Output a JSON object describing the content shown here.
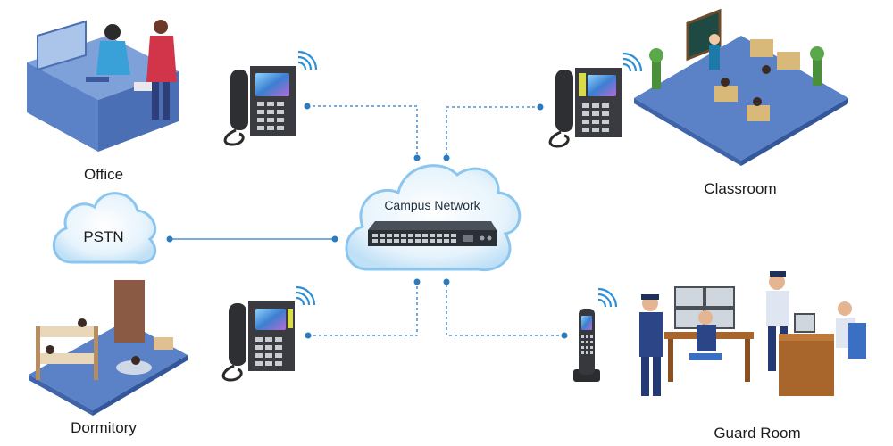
{
  "network": {
    "title": "Campus Network"
  },
  "pstn": {
    "label": "PSTN"
  },
  "locations": {
    "office": "Office",
    "classroom": "Classroom",
    "dormitory": "Dormitory",
    "guard_room": "Guard Room"
  },
  "colors": {
    "cloud_fill": "#d6ecfa",
    "cloud_stroke": "#8cc6ee",
    "link_line": "#2b7bbf",
    "switch_body": "#2b2f36",
    "floor": "#5b82c7"
  },
  "icons": {
    "phone": "desk-ip-phone-icon",
    "dect": "dect-handset-icon",
    "switch": "network-switch-icon",
    "cloud": "cloud-icon"
  }
}
